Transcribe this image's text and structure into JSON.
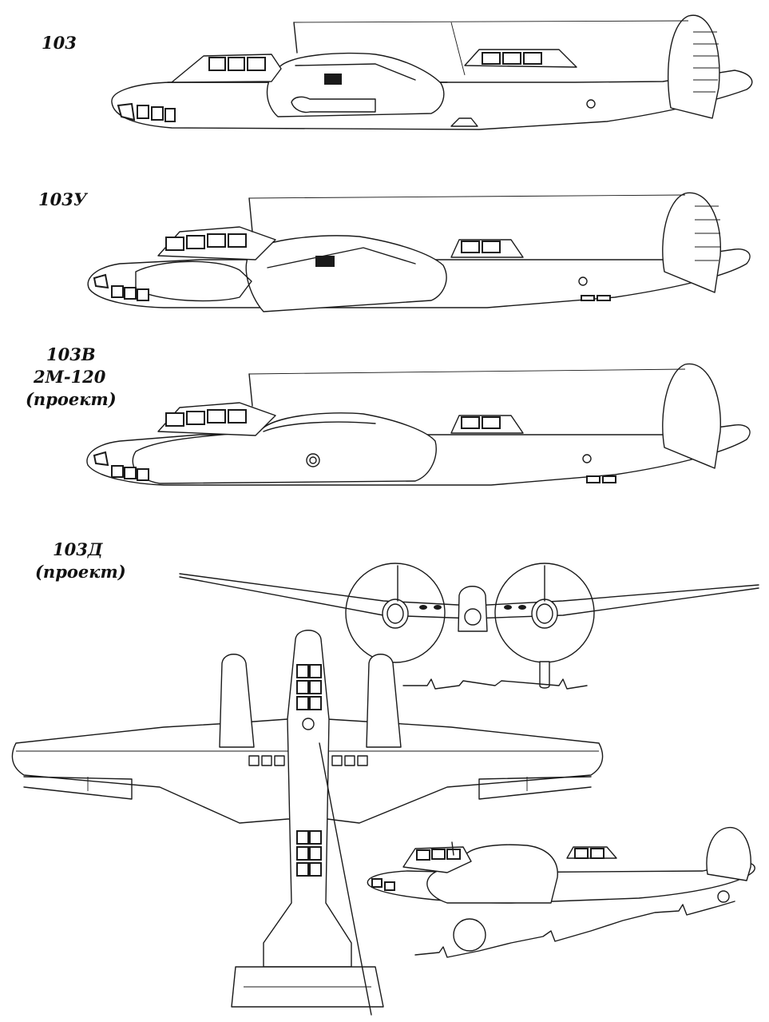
{
  "labels": {
    "v103": "103",
    "v103u": "103У",
    "v103v_1": "103В",
    "v103v_2": "2М-120",
    "v103v_3": "(проект)",
    "v103d_1": "103Д",
    "v103d_2": "(проект)"
  },
  "style": {
    "line_color": "#1a1a1a",
    "background": "#ffffff"
  }
}
